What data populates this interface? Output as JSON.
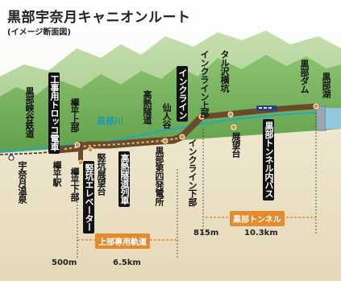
{
  "title": "黒部宇奈月キャニオンルート",
  "subtitle": "(イメージ断面図)",
  "river": {
    "label": "黒部川"
  },
  "labels": {
    "unazuki_onsen": "宇奈月温泉",
    "kurobe_gorge_railway": "黒部峡谷鉄道",
    "keyakidaira_station": "欅平駅",
    "construction_trolley": "工事用トロッコ電車",
    "keyakidaira_upper": "欅平上部",
    "keyakidaira_lower": "欅平下部",
    "vertical_shaft_elevator": "竪坑エレベーター",
    "vertical_shaft_observatory": "竪坑展望台",
    "hot_tunnel": "高熱隧道",
    "hot_tunnel_car": "高熱隧道列車",
    "sennindani": "仙人谷",
    "kurobe_no4_powerplant": "黒部第四発電所",
    "incline_lower": "インクライン下部",
    "incline": "インクライン",
    "incline_upper": "インクライン上部",
    "tarusawa_adit": "タル沢横坑",
    "observatory": "展望台",
    "kurobe_tunnel_bus": "黒部トンネル内バス",
    "kurobe_dam": "黒部ダム",
    "kurobe_lake": "黒部湖"
  },
  "bands": {
    "upper_track": "上部専用軌道",
    "kurobe_tunnel": "黒部トンネル"
  },
  "distances": {
    "d1": "500m",
    "d2": "6.5km",
    "d3": "815m",
    "d4": "10.3km"
  },
  "colors": {
    "mountain_back": "#a8cc8c",
    "mountain_front": "#7fb563",
    "river": "#2aa7b5",
    "tunnel": "#6b4a2c",
    "band": "#e48b2d",
    "dam": "#9aa6ad"
  }
}
